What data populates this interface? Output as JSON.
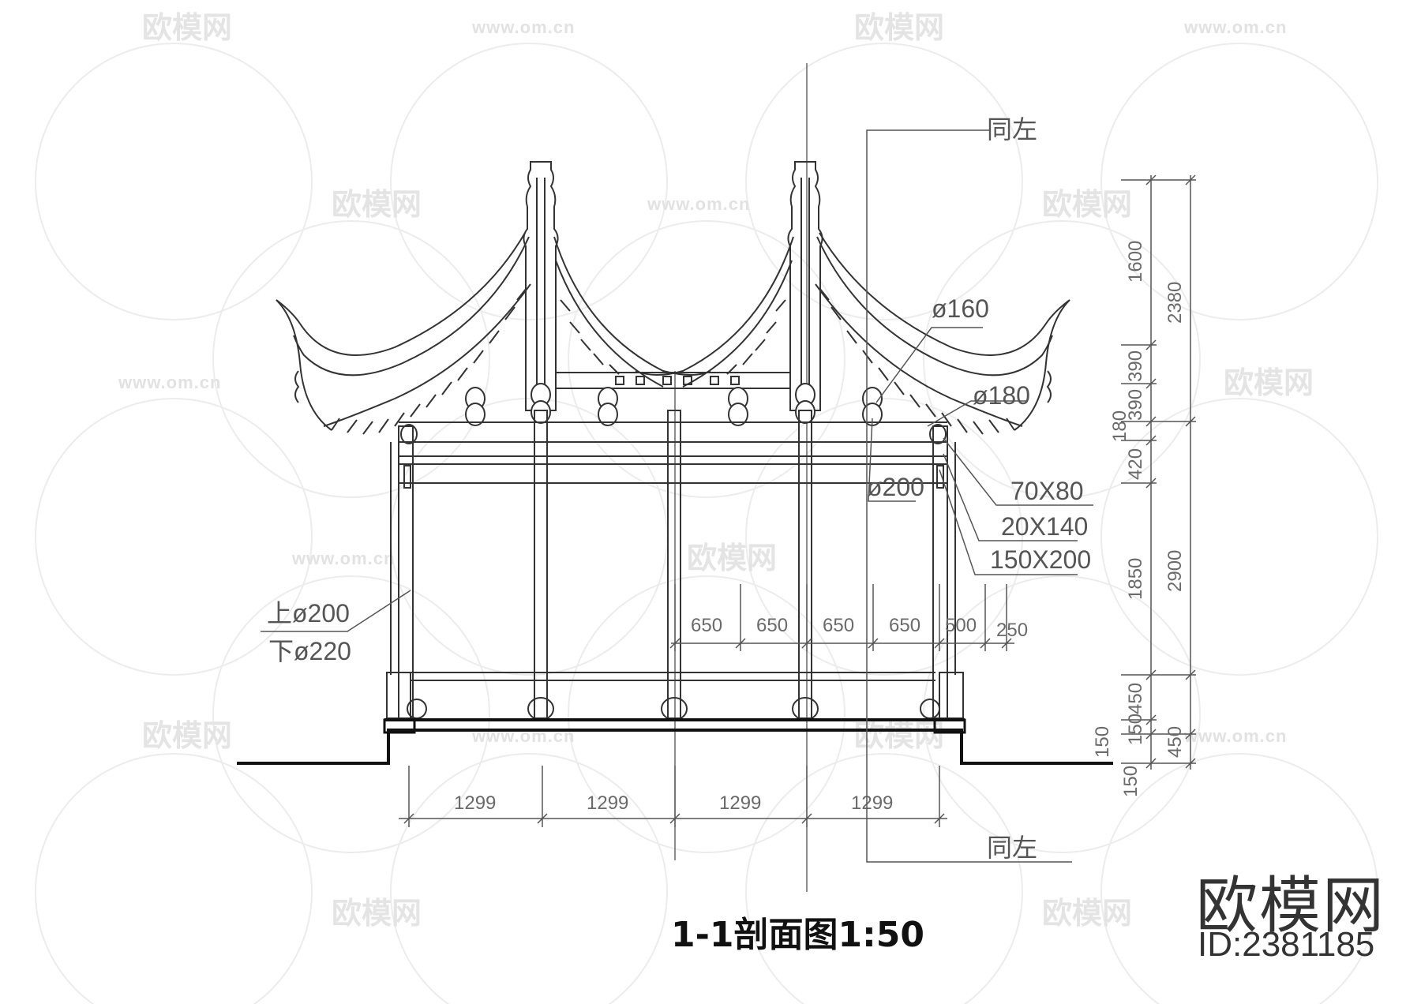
{
  "title": "1-1剖面图1:50",
  "brand": "欧模网",
  "drawing_id": "ID:2381185",
  "watermark": {
    "logo_text": "欧模网",
    "url_text": "www.om.cn"
  },
  "callouts": {
    "top_right": "同左",
    "bottom_right": "同左",
    "d160": "ø160",
    "d180": "ø180",
    "d200": "ø200",
    "beam_70x80": "70X80",
    "beam_20x140": "20X140",
    "beam_150x200": "150X200",
    "column_top": "上ø200",
    "column_bottom": "下ø220"
  },
  "dimensions": {
    "bottom_spans": [
      "1299",
      "1299",
      "1299",
      "1299"
    ],
    "mid_spans": [
      "650",
      "650",
      "650",
      "650",
      "500",
      "250"
    ],
    "right_inner": [
      "1600",
      "390",
      "390",
      "180",
      "420",
      "1850",
      "450",
      "150",
      "150",
      "150"
    ],
    "right_outer": [
      "2380",
      "2900",
      "450"
    ]
  },
  "colors": {
    "line": "#333333",
    "dimension": "#6a6a6a",
    "ground": "#111111",
    "watermark": "#e4e4e4"
  }
}
